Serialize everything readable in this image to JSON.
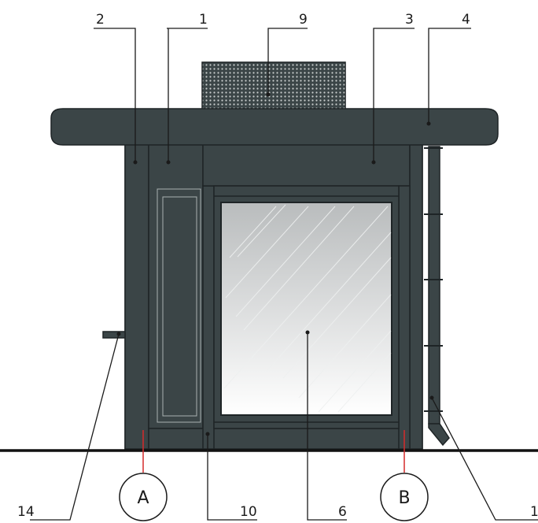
{
  "callouts": {
    "c2": "2",
    "c1_top": "1",
    "c9": "9",
    "c3": "3",
    "c4": "4",
    "c14": "14",
    "c10": "10",
    "c6": "6",
    "c1_bottom": "1"
  },
  "section_marks": {
    "a": "A",
    "b": "B"
  },
  "colors": {
    "body": "#3b4547",
    "outline": "#1e2426",
    "glass_top": "#b9bcbd",
    "glass_bottom": "#ffffff",
    "section_line": "#d42b2b",
    "ground": "#111111"
  }
}
